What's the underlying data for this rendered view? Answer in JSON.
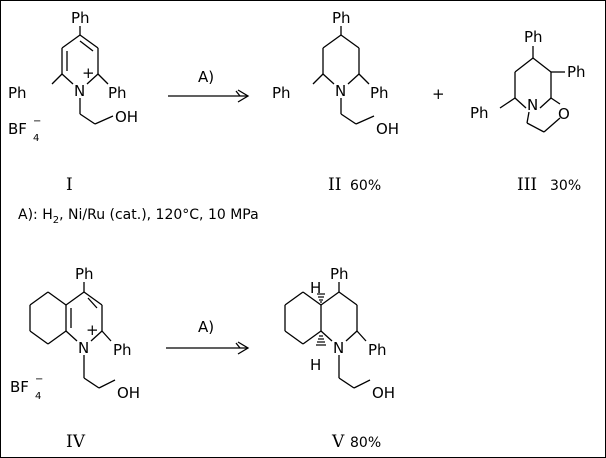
{
  "labels": {
    "ph": "Ph",
    "n": "N",
    "o": "O",
    "h": "H",
    "oh": "OH",
    "plus": "+",
    "bf": "BF",
    "bf_sub": "4",
    "bf_sup": "−",
    "reagent": "A)",
    "plus_sign": "+"
  },
  "compounds": {
    "c1": {
      "label": "I"
    },
    "c2": {
      "label": "II",
      "yield": "60%"
    },
    "c3": {
      "label": "III",
      "yield": "30%"
    },
    "c4": {
      "label": "IV"
    },
    "c5": {
      "label": "V",
      "yield": "80%"
    }
  },
  "conditions": {
    "prefix": "A): H",
    "h2_sub": "2",
    "rest": ", Ni/Ru (cat.), 120°C, 10 MPa"
  }
}
